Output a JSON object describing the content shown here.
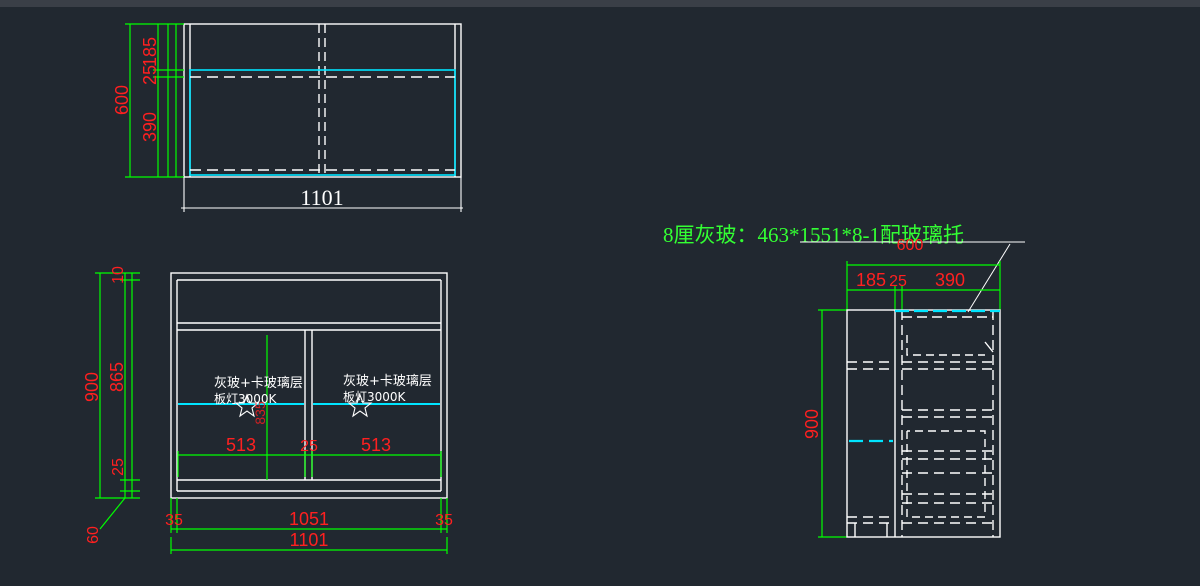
{
  "colors": {
    "background": "#212830",
    "lines": "#ffffff",
    "dimension_lines": "#00ff00",
    "dimension_text": "#ff2020",
    "glass": "#00e5ff",
    "note_text": "#33ff33"
  },
  "top_view": {
    "dims_left": [
      "185",
      "25",
      "390",
      "600"
    ],
    "width": "1101"
  },
  "front_view": {
    "dims_left": [
      "10",
      "900",
      "865",
      "25",
      "60"
    ],
    "shelf_dims": [
      "513",
      "25",
      "513"
    ],
    "bottom_dims": [
      "35",
      "1051",
      "35"
    ],
    "overall_width": "1101",
    "hidden_dim": "835",
    "shelf_labels": [
      {
        "line1": "灰玻+卡玻璃层",
        "line2": "板灯3000K"
      },
      {
        "line1": "灰玻+卡玻璃层",
        "line2": "板灯3000K"
      }
    ]
  },
  "side_view": {
    "note": "8厘灰玻：463*1551*8-1配玻璃托",
    "dims_top": [
      "600",
      "185",
      "25",
      "390"
    ],
    "height": "900"
  }
}
